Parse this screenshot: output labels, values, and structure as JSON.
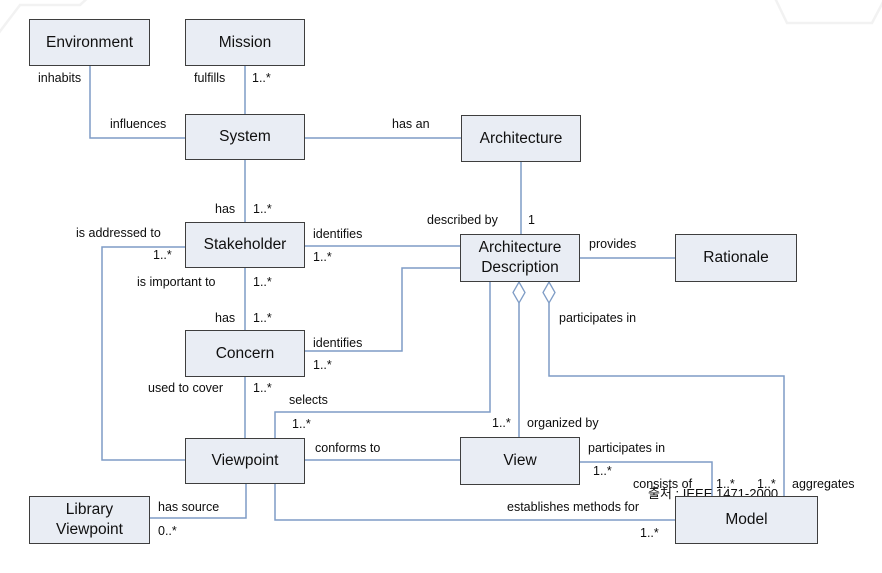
{
  "colors": {
    "connector_line": "#7e9cc6",
    "box_fill": "#e9edf4",
    "box_border": "#3e3e3e",
    "text": "#101010"
  },
  "caption": {
    "text": "출처 : IEEE 1471-2000"
  },
  "boxes": {
    "environment": {
      "label": "Environment"
    },
    "mission": {
      "label": "Mission"
    },
    "system": {
      "label": "System"
    },
    "architecture": {
      "label": "Architecture"
    },
    "stakeholder": {
      "label": "Stakeholder"
    },
    "architecture_description": {
      "label": "Architecture Description"
    },
    "rationale": {
      "label": "Rationale"
    },
    "concern": {
      "label": "Concern"
    },
    "viewpoint": {
      "label": "Viewpoint"
    },
    "view": {
      "label": "View"
    },
    "library_viewpoint": {
      "label": "Library Viewpoint"
    },
    "model": {
      "label": "Model"
    }
  },
  "edges": {
    "inhabits": {
      "label": "inhabits"
    },
    "fulfills": {
      "label": "fulfills",
      "mult": "1..*"
    },
    "influences": {
      "label": "influences"
    },
    "has_an": {
      "label": "has an"
    },
    "has_stakeholder": {
      "label": "has",
      "mult": "1..*"
    },
    "described_by": {
      "label": "described by",
      "mult": "1"
    },
    "identifies_stakeholder": {
      "label": "identifies",
      "mult": "1..*"
    },
    "is_addressed_to": {
      "label": "is addressed to",
      "mult": "1..*"
    },
    "provides": {
      "label": "provides"
    },
    "is_important_to": {
      "label": "is important to",
      "mult": "1..*"
    },
    "has_concern": {
      "label": "has",
      "mult": "1..*"
    },
    "identifies_concern": {
      "label": "identifies",
      "mult": "1..*"
    },
    "used_to_cover": {
      "label": "used to cover",
      "mult": "1..*"
    },
    "selects": {
      "label": "selects",
      "mult": "1..*"
    },
    "conforms_to": {
      "label": "conforms to"
    },
    "organized_by": {
      "label": "organized by",
      "mult": "1..*"
    },
    "participates_in_ad": {
      "label": "participates in"
    },
    "participates_in_view": {
      "label": "participates in",
      "mult": "1..*"
    },
    "consists_of": {
      "label": "consists of",
      "mult": "1..*"
    },
    "aggregates": {
      "label": "aggregates",
      "mult": "1..*"
    },
    "has_source": {
      "label": "has source",
      "mult": "0..*"
    },
    "establishes_methods_for": {
      "label": "establishes methods for",
      "mult": "1..*"
    }
  }
}
